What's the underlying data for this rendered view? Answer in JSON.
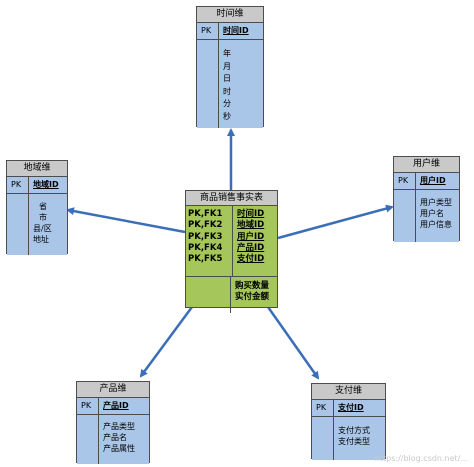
{
  "time_dim": {
    "title": "时间维",
    "pk": "PK",
    "key": "时间ID",
    "attrs": [
      "年",
      "月",
      "日",
      "时",
      "分",
      "秒"
    ]
  },
  "region_dim": {
    "title": "地域维",
    "pk": "PK",
    "key": "地域ID",
    "attrs": [
      "省",
      "市",
      "县/区",
      "地址"
    ]
  },
  "user_dim": {
    "title": "用户维",
    "pk": "PK",
    "key": "用户ID",
    "attrs": [
      "用户类型",
      "用户名",
      "用户信息"
    ]
  },
  "product_dim": {
    "title": "产品维",
    "pk": "PK",
    "key": "产品ID",
    "attrs": [
      "产品类型",
      "产品名",
      "产品属性"
    ]
  },
  "payment_dim": {
    "title": "支付维",
    "pk": "PK",
    "key": "支付ID",
    "attrs": [
      "支付方式",
      "支付类型"
    ]
  },
  "fact": {
    "title": "商品销售事实表",
    "fk_labels": [
      "PK,FK1",
      "PK,FK2",
      "PK,FK3",
      "PK,FK4",
      "PK,FK5"
    ],
    "keys": [
      "时间ID",
      "地域ID",
      "用户ID",
      "产品ID",
      "支付ID"
    ],
    "measures": [
      "购买数量",
      "实付金额"
    ]
  },
  "watermark": "https://blog.csdn.net/..."
}
